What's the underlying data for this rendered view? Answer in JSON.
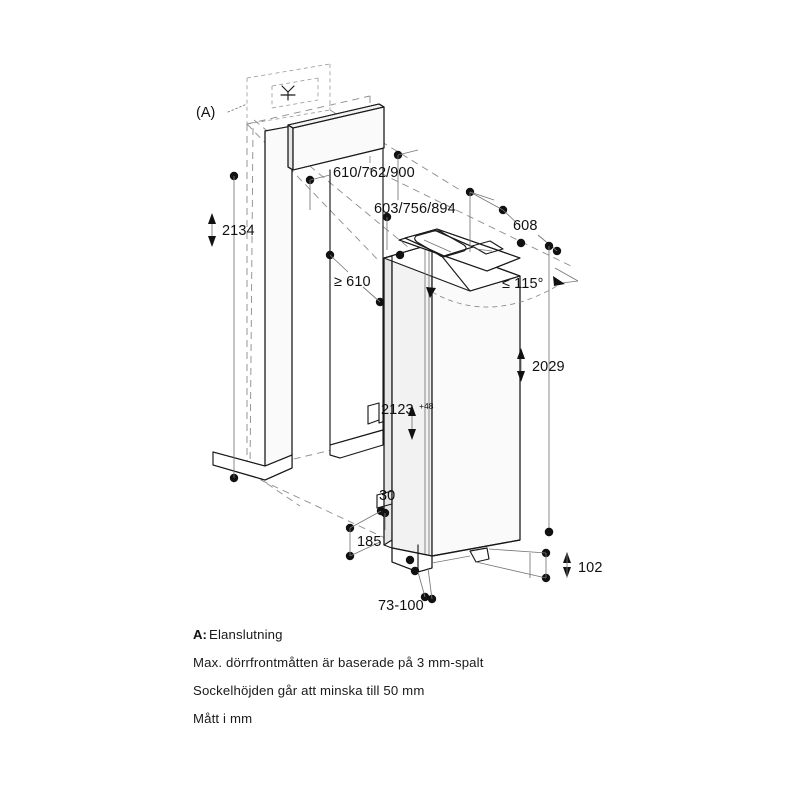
{
  "document": {
    "type": "technical-installation-drawing",
    "subject": "Built-in refrigerator niche installation dimensions",
    "units": "mm",
    "projection": "isometric"
  },
  "markers": {
    "electrical_connection": "(A)",
    "electrical_symbol": "power-outlet-icon"
  },
  "dimensions": {
    "niche_height": "2134",
    "niche_depth_min": "≥ 610",
    "door_front_widths": "610/762/900",
    "niche_widths": "603/756/894",
    "appliance_depth": "608",
    "door_opening_angle": "≤ 115°",
    "appliance_height": "2029",
    "appliance_total_height": "2123",
    "appliance_total_height_tolerance": "+48",
    "top_gap": "30",
    "plinth_recess": "185",
    "plinth_height": "102",
    "plinth_depth_range": "73-100"
  },
  "notes": [
    {
      "prefix": "A:",
      "text": "Elanslutning"
    },
    {
      "prefix": "",
      "text": "Max. dörrfrontmåtten är baserade på 3 mm-spalt"
    },
    {
      "prefix": "",
      "text": "Sockelhöjden går att minska till 50 mm"
    },
    {
      "prefix": "",
      "text": "Mått i mm"
    }
  ],
  "colors": {
    "background": "#ffffff",
    "line": "#1a1a1a",
    "thin_line": "#767676",
    "dashed_line": "#8c8c8c",
    "face_light": "#fafafa",
    "face_mid": "#f2f2f2",
    "face_grey": "#e6e6e6"
  }
}
